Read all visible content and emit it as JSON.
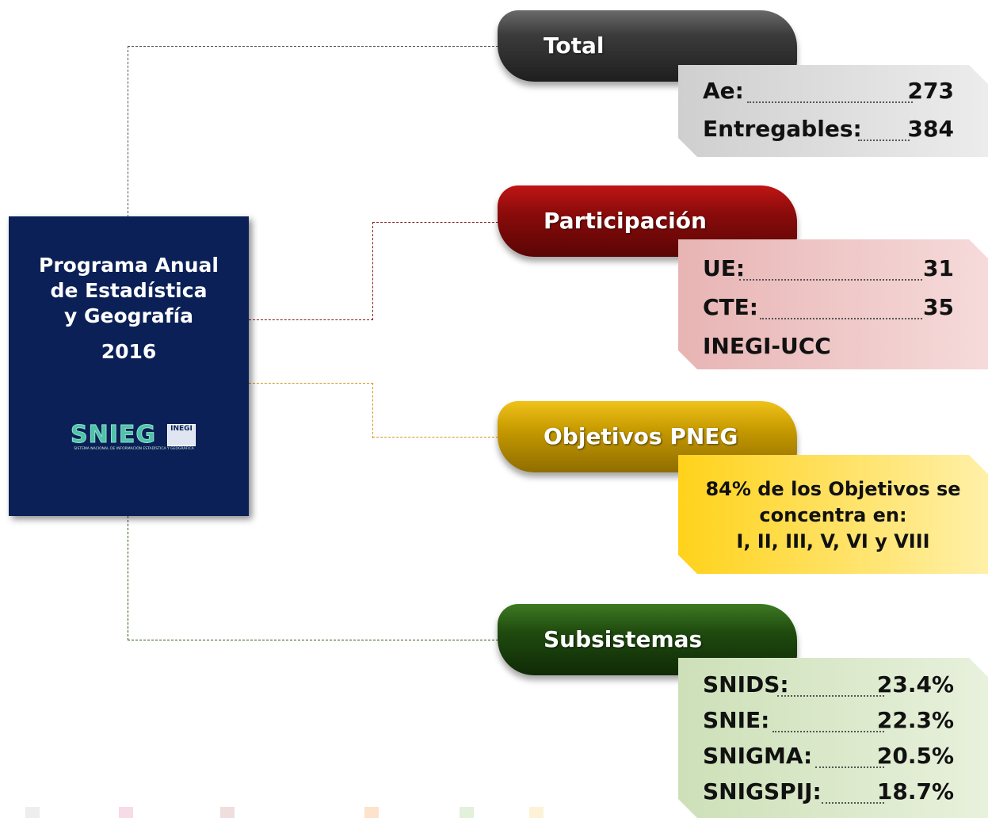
{
  "book": {
    "title_lines": [
      "Programa Anual",
      "de Estadística",
      "y Geografía"
    ],
    "year": "2016",
    "logo": {
      "text": "SNIEG",
      "badge": "INEGI",
      "subtitle": "SISTEMA NACIONAL DE INFORMACIÓN ESTADÍSTICA Y GEOGRÁFICA"
    }
  },
  "sections": {
    "total": {
      "header": "Total",
      "color": "#3b3b3b",
      "box_color": "#d5d5d5",
      "rows": [
        {
          "label": "Ae:",
          "value": "273"
        },
        {
          "label": "Entregables:",
          "value": "384"
        }
      ]
    },
    "participacion": {
      "header": "Participación",
      "color": "#8a0b0b",
      "box_color": "#efc6c6",
      "rows": [
        {
          "label": "UE:",
          "value": "31"
        },
        {
          "label": "CTE:",
          "value": "35"
        }
      ],
      "extra": "INEGI-UCC"
    },
    "objetivos": {
      "header": "Objetivos PNEG",
      "color": "#c79a00",
      "box_color": "#ffe060",
      "text_lines": [
        "84% de los Objetivos se",
        "concentra en:",
        "I, II, III, V, VI y VIII"
      ]
    },
    "subsistemas": {
      "header": "Subsistemas",
      "color": "#1f4a0f",
      "box_color": "#d6e6c4",
      "rows": [
        {
          "label": "SNIDS:",
          "value": "23.4%"
        },
        {
          "label": "SNIE:",
          "value": "22.3%"
        },
        {
          "label": "SNIGMA:",
          "value": "20.5%"
        },
        {
          "label": "SNIGSPIJ:",
          "value": "18.7%"
        }
      ]
    }
  }
}
